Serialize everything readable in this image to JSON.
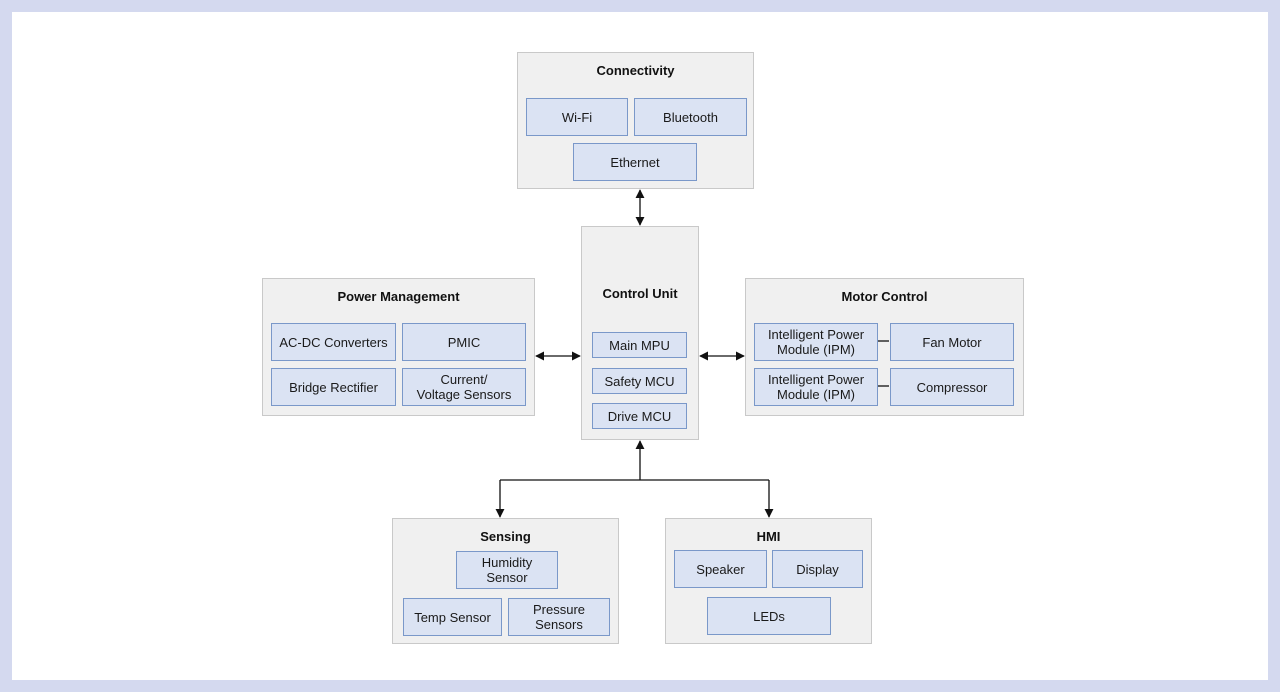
{
  "diagram": {
    "connectivity": {
      "title": "Connectivity",
      "items": [
        "Wi-Fi",
        "Bluetooth",
        "Ethernet"
      ]
    },
    "control_unit": {
      "title": "Control Unit",
      "items": [
        "Main MPU",
        "Safety MCU",
        "Drive MCU"
      ]
    },
    "power_management": {
      "title": "Power Management",
      "items": [
        "AC-DC Converters",
        "PMIC",
        "Bridge Rectifier",
        "Current/\nVoltage Sensors"
      ]
    },
    "motor_control": {
      "title": "Motor Control",
      "items": [
        "Intelligent Power\nModule (IPM)",
        "Fan Motor",
        "Intelligent Power\nModule (IPM)",
        "Compressor"
      ]
    },
    "sensing": {
      "title": "Sensing",
      "items": [
        "Humidity\nSensor",
        "Temp Sensor",
        "Pressure\nSensors"
      ]
    },
    "hmi": {
      "title": "HMI",
      "items": [
        "Speaker",
        "Display",
        "LEDs"
      ]
    }
  }
}
